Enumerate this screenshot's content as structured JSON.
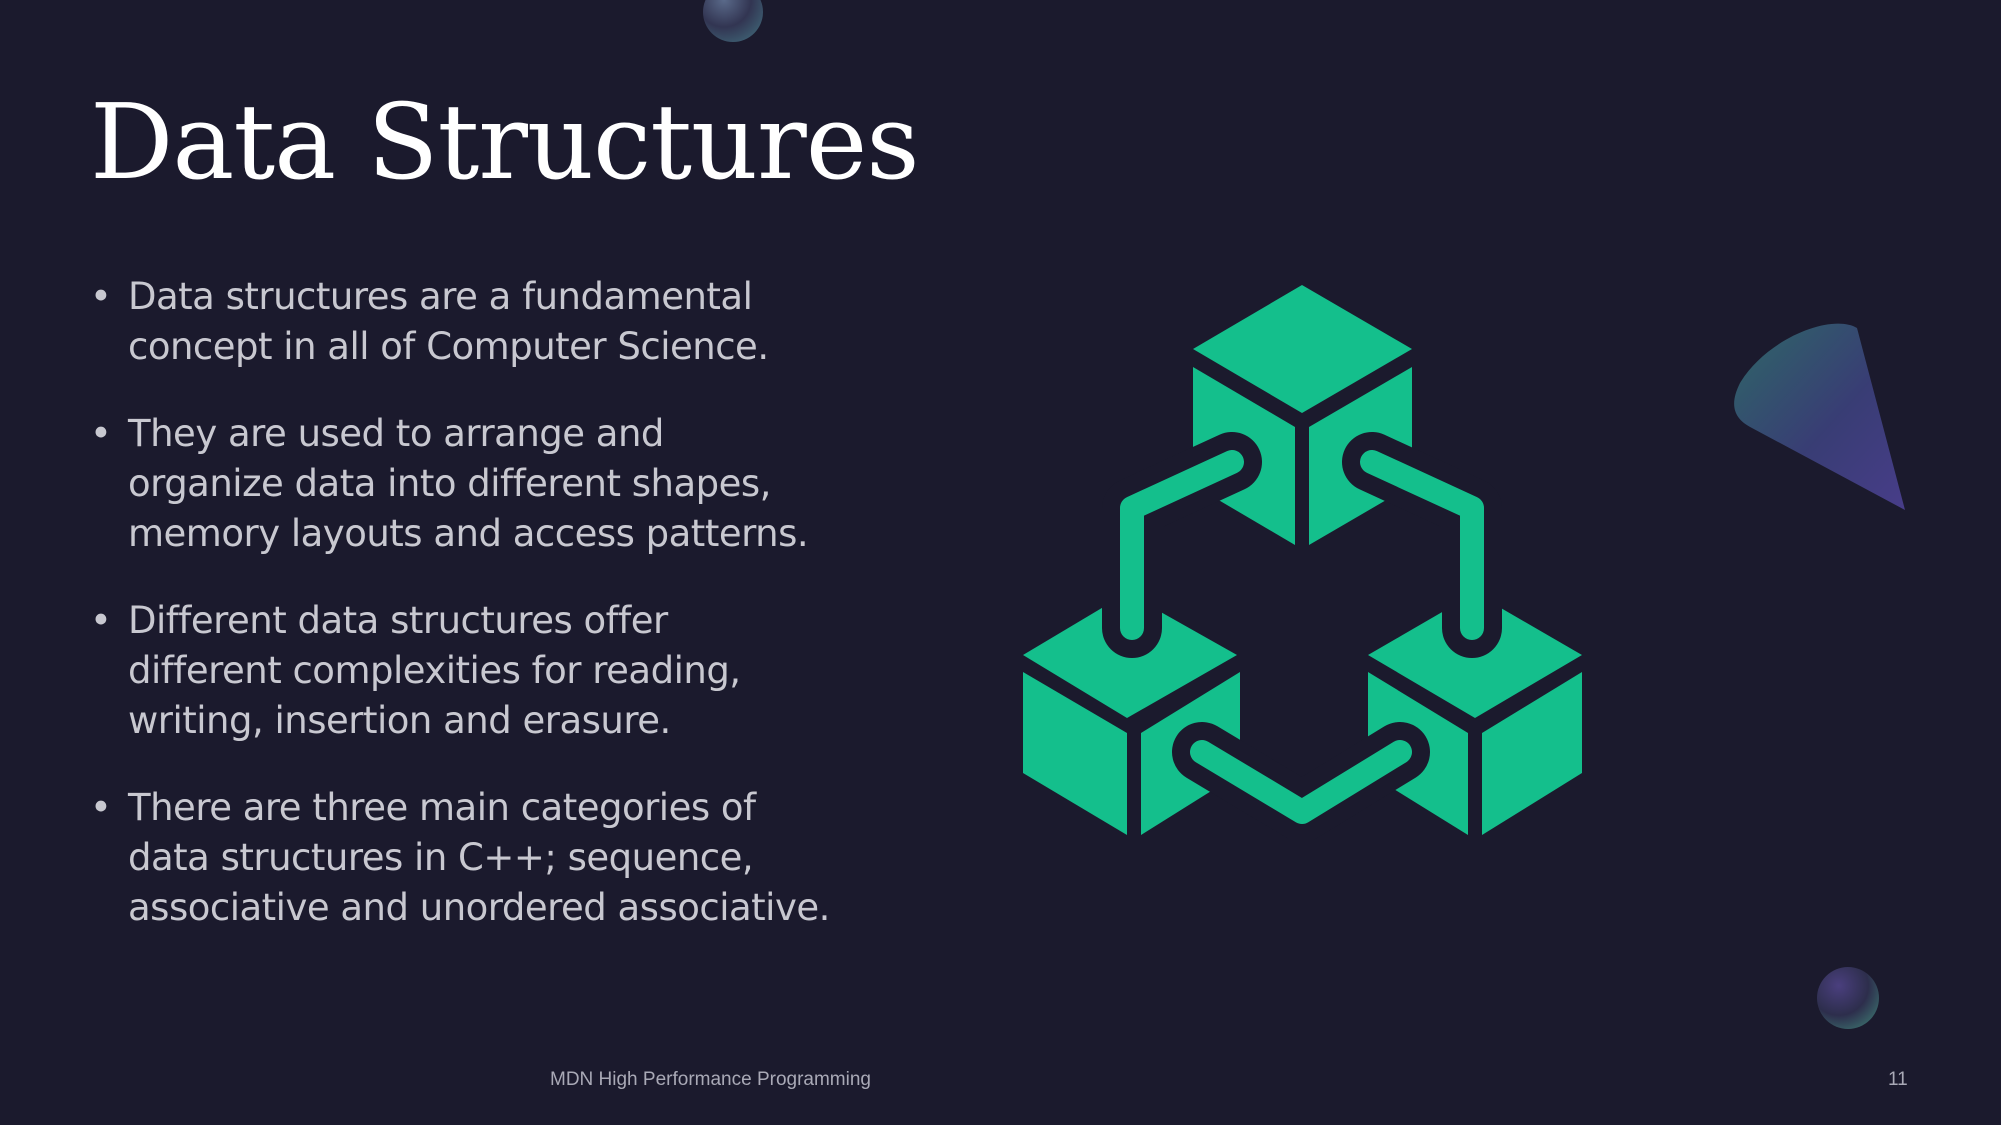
{
  "slide": {
    "title": "Data Structures",
    "bullets": [
      "Data structures are a fundamental concept in all of Computer Science.",
      "They are used to arrange and organize data into different shapes, memory layouts and access patterns.",
      "Different data structures offer different complexities for reading, writing, insertion and erasure.",
      "There are three main categories of data structures in C++; sequence, associative and unordered associative."
    ],
    "bullet_glyph": "•",
    "footer": "MDN High Performance Programming",
    "slide_number": "11",
    "icon": "blockchain-cubes-icon",
    "decorations": [
      "sphere",
      "cone",
      "sphere"
    ]
  },
  "colors": {
    "background": "#1b1a2d",
    "title": "#ffffff",
    "body_text": "#c8c8d0",
    "icon_green": "#14bf8c",
    "footer_text": "#a9a9b6"
  }
}
